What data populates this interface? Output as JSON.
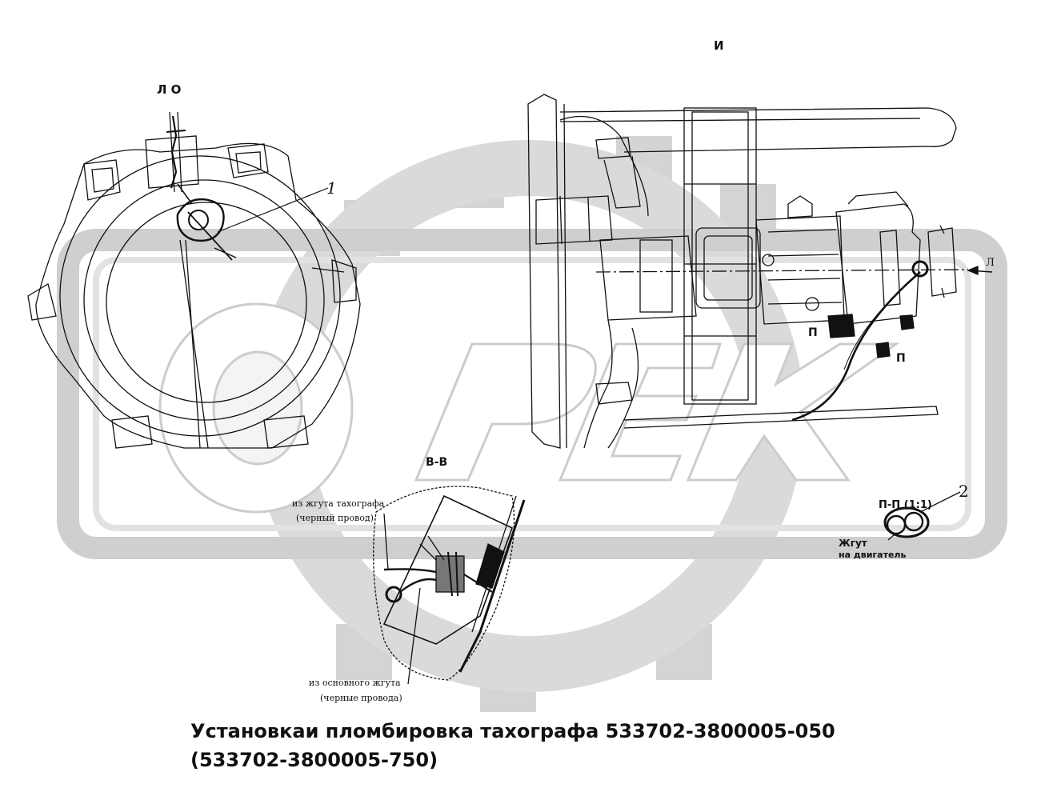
{
  "watermark": {
    "text": "OPEX",
    "color": "#cfcfcf"
  },
  "labels": {
    "view_i": "И",
    "view_lo": "Л О",
    "callout_1": "1",
    "callout_2": "2",
    "arrow_l": "Л",
    "section_p_left": "П",
    "section_p_right": "П",
    "section_bb": "В-В",
    "section_pp": "П-П (1:1)",
    "harness_engine_line1": "Жгут",
    "harness_engine_line2": "на двигатель",
    "from_tacho_line1": "из жгута тахографа",
    "from_tacho_line2": "(черный провод)",
    "from_main_line1": "из основного жгута",
    "from_main_line2": "(черные провода)"
  },
  "caption": {
    "line1": "Установкаи пломбировка тахографа 533702-3800005-050",
    "line2": "(533702-3800005-750)"
  },
  "colors": {
    "ink": "#111111",
    "watermark": "#d4d4d4"
  }
}
